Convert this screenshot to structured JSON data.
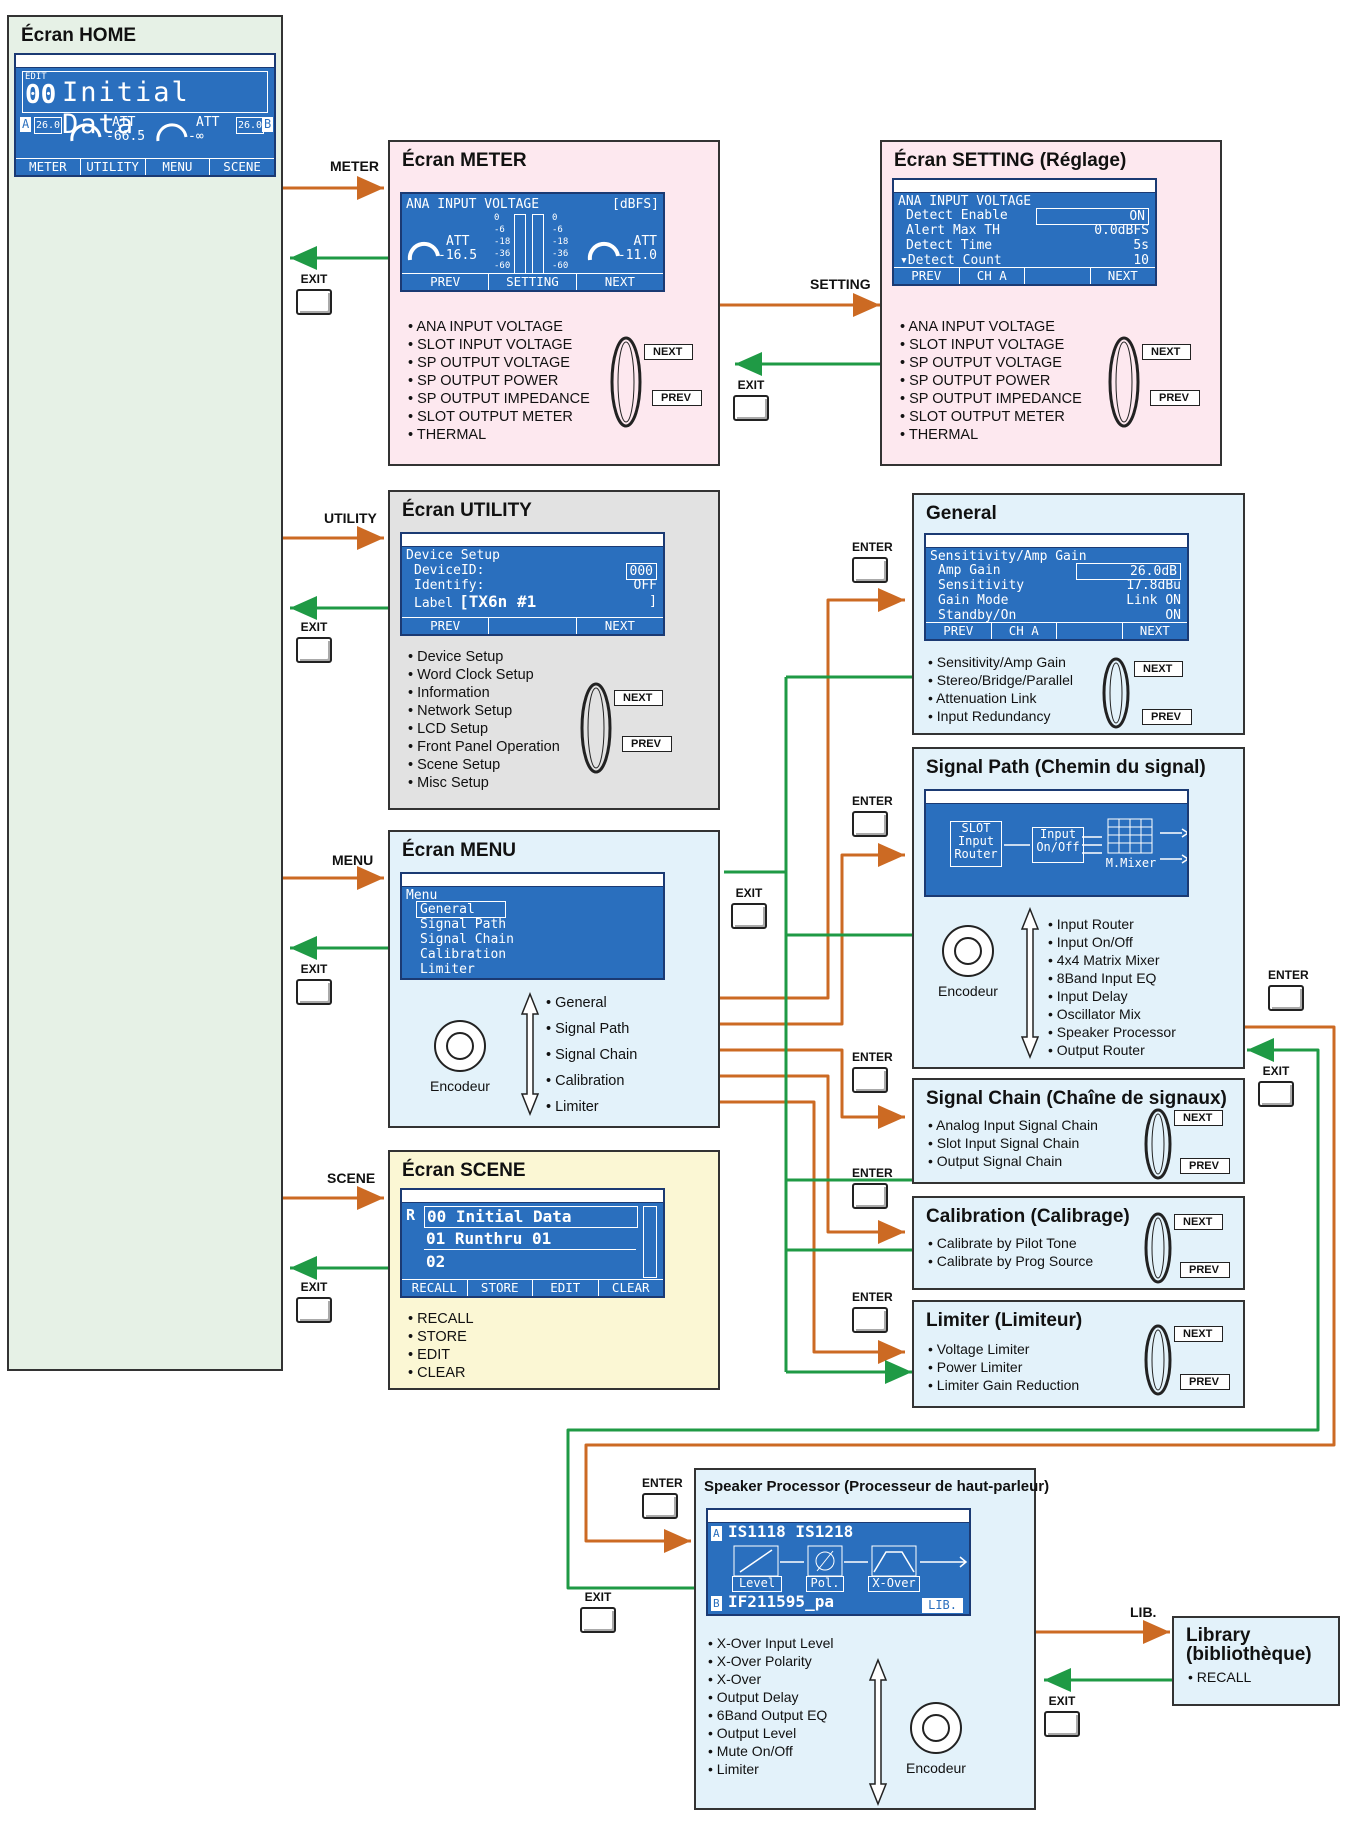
{
  "home": {
    "title": "Écran HOME",
    "lcd": {
      "edit": "EDIT",
      "num": "00",
      "name": "Initial Data",
      "ch_a": "A",
      "ch_b": "B",
      "tag": "26.0",
      "att_a_label": "ATT",
      "att_a_value": "-66.5",
      "att_b_label": "ATT",
      "att_b_value": "-∞",
      "softkeys": [
        "METER",
        "UTILITY",
        "MENU",
        "SCENE"
      ]
    }
  },
  "labels": {
    "meter": "METER",
    "utility": "UTILITY",
    "menu": "MENU",
    "scene": "SCENE",
    "setting": "SETTING",
    "lib": "LIB.",
    "exit": "EXIT",
    "enter": "ENTER",
    "next": "NEXT",
    "prev": "PREV",
    "encoder": "Encodeur"
  },
  "meter": {
    "title": "Écran METER",
    "lcd": {
      "header": "ANA INPUT VOLTAGE",
      "unit": "[dBFS]",
      "att_label": "ATT",
      "att_a": "-16.5",
      "att_b": "-11.0",
      "scale": [
        "0",
        "-6",
        "-18",
        "-36",
        "-60"
      ],
      "softkeys": [
        "PREV",
        "SETTING",
        "NEXT"
      ]
    },
    "items": [
      "ANA INPUT VOLTAGE",
      "SLOT INPUT VOLTAGE",
      "SP OUTPUT VOLTAGE",
      "SP OUTPUT POWER",
      "SP OUTPUT IMPEDANCE",
      "SLOT OUTPUT METER",
      "THERMAL"
    ]
  },
  "setting": {
    "title": "Écran SETTING (Réglage)",
    "lcd": {
      "header": "ANA INPUT VOLTAGE",
      "rows": [
        {
          "k": "Detect Enable",
          "v": "ON"
        },
        {
          "k": "Alert Max TH",
          "v": "0.0dBFS"
        },
        {
          "k": "Detect Time",
          "v": "5s"
        },
        {
          "k": "▾Detect Count",
          "v": "10"
        }
      ],
      "softkeys": [
        "PREV",
        "CH A",
        "",
        "NEXT"
      ]
    },
    "items": [
      "ANA INPUT VOLTAGE",
      "SLOT INPUT VOLTAGE",
      "SP OUTPUT VOLTAGE",
      "SP OUTPUT POWER",
      "SP OUTPUT IMPEDANCE",
      "SLOT OUTPUT METER",
      "THERMAL"
    ]
  },
  "utility": {
    "title": "Écran UTILITY",
    "lcd": {
      "header": "Device Setup",
      "rows": [
        {
          "k": "DeviceID:",
          "v": "000"
        },
        {
          "k": "Identify:",
          "v": "OFF"
        }
      ],
      "label_key": "Label",
      "label_value": "[TX6n #1",
      "label_end": "]",
      "softkeys": [
        "PREV",
        "",
        "NEXT"
      ]
    },
    "items": [
      "Device Setup",
      "Word Clock Setup",
      "Information",
      "Network Setup",
      "LCD Setup",
      "Front Panel Operation",
      "Scene Setup",
      "Misc Setup"
    ]
  },
  "menu": {
    "title": "Écran MENU",
    "lcd": {
      "header": "Menu",
      "items": [
        "General",
        "Signal Path",
        "Signal Chain",
        "Calibration",
        "Limiter"
      ]
    },
    "items": [
      "General",
      "Signal Path",
      "Signal Chain",
      "Calibration",
      "Limiter"
    ]
  },
  "scene": {
    "title": "Écran SCENE",
    "lcd": {
      "marker": "R",
      "rows": [
        "00 Initial Data",
        "01 Runthru 01",
        "02"
      ],
      "softkeys": [
        "RECALL",
        "STORE",
        "EDIT",
        "CLEAR"
      ]
    },
    "items": [
      "RECALL",
      "STORE",
      "EDIT",
      "CLEAR"
    ]
  },
  "general": {
    "title": "General",
    "lcd": {
      "header": "Sensitivity/Amp Gain",
      "rows": [
        {
          "k": "Amp Gain",
          "v": "26.0dB"
        },
        {
          "k": "Sensitivity",
          "v": "17.8dBu"
        },
        {
          "k": "Gain Mode",
          "v": "Link ON"
        },
        {
          "k": "Standby/On",
          "v": "ON"
        }
      ],
      "softkeys": [
        "PREV",
        "CH A",
        "",
        "NEXT"
      ]
    },
    "items": [
      "Sensitivity/Amp Gain",
      "Stereo/Bridge/Parallel",
      "Attenuation Link",
      "Input Redundancy"
    ]
  },
  "signal_path": {
    "title": "Signal Path (Chemin du signal)",
    "lcd": {
      "block1": "SLOT Input Router",
      "block2": "Input On/Off",
      "block3": "M.Mixer"
    },
    "items": [
      "Input Router",
      "Input On/Off",
      "4x4 Matrix Mixer",
      "8Band Input EQ",
      "Input Delay",
      "Oscillator Mix",
      "Speaker Processor",
      "Output Router"
    ]
  },
  "signal_chain": {
    "title": "Signal Chain (Chaîne de signaux)",
    "items": [
      "Analog Input Signal Chain",
      "Slot Input Signal Chain",
      "Output Signal Chain"
    ]
  },
  "calibration": {
    "title": "Calibration (Calibrage)",
    "items": [
      "Calibrate by Pilot Tone",
      "Calibrate by Prog Source"
    ]
  },
  "limiter": {
    "title": "Limiter (Limiteur)",
    "items": [
      "Voltage Limiter",
      "Power Limiter",
      "Limiter Gain Reduction"
    ]
  },
  "speaker": {
    "title": "Speaker Processor (Processeur de haut-parleur)",
    "lcd": {
      "ch_a": "A",
      "ch_b": "B",
      "top": "IS1118 IS1218",
      "bottom": "IF211595_pa",
      "lib": "LIB.",
      "block1": "Level",
      "block2": "Pol.",
      "block3": "X-Over"
    },
    "items": [
      "X-Over Input Level",
      "X-Over Polarity",
      "X-Over",
      "Output Delay",
      "6Band Output EQ",
      "Output Level",
      "Mute On/Off",
      "Limiter"
    ]
  },
  "library": {
    "title": "Library (bibliothèque)",
    "items": [
      "RECALL"
    ]
  },
  "colors": {
    "orange": "#cc6a23",
    "green": "#1f9a45",
    "lcd": "#2a6fbe"
  }
}
